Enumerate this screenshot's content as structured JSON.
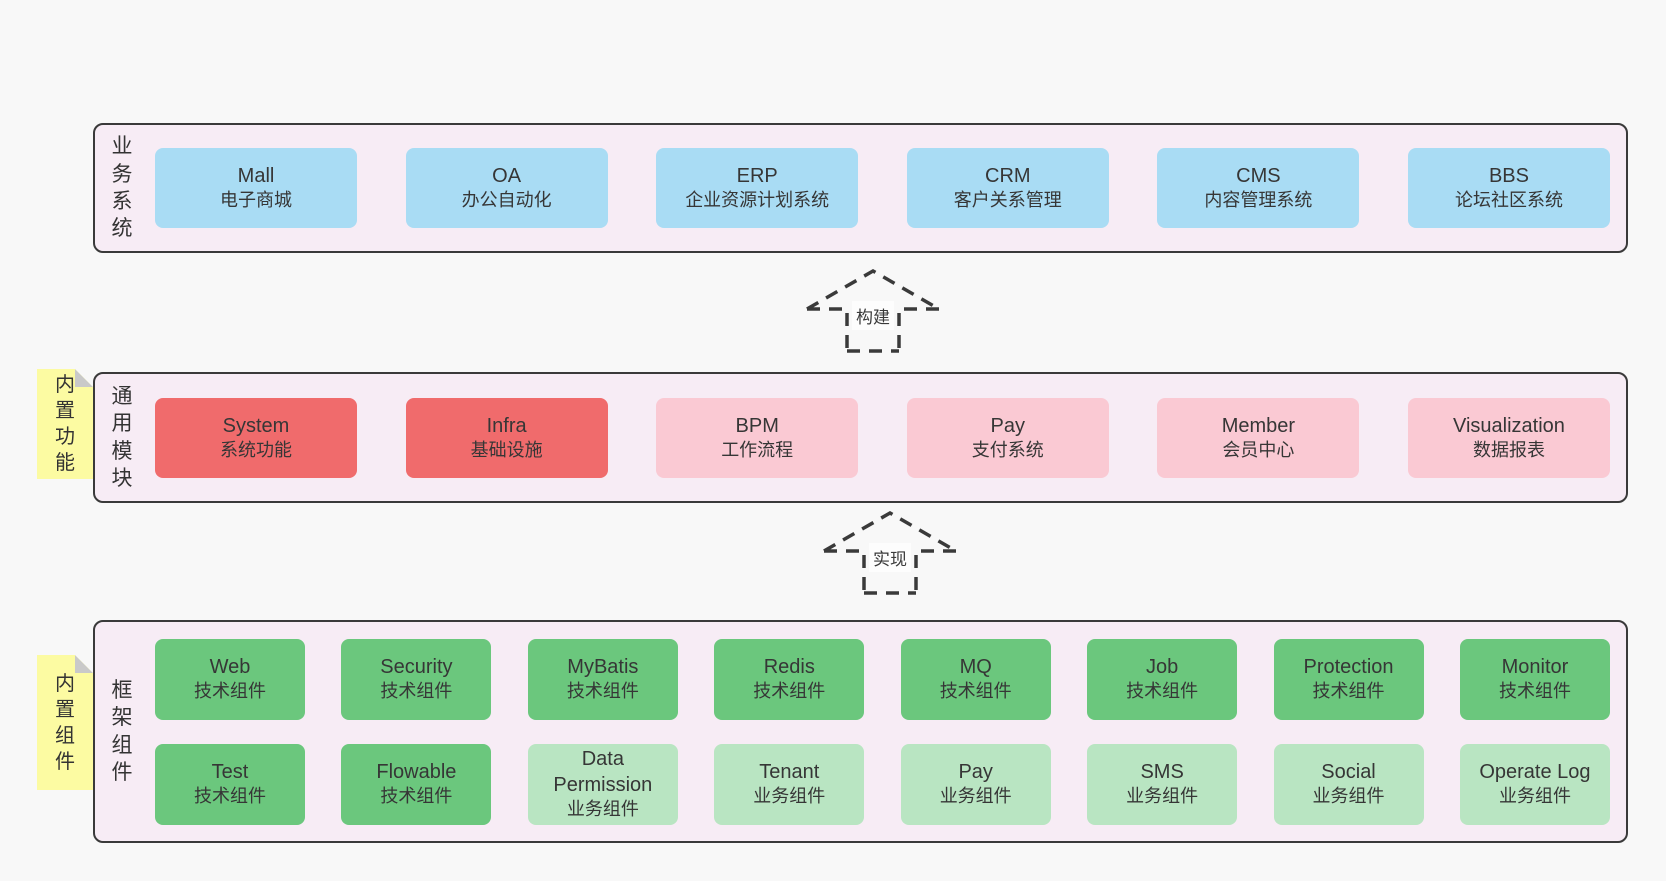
{
  "colors": {
    "background": "#f8f8f8",
    "container_fill": "#f7ecf5",
    "container_border": "#3a3a3a",
    "blue_box": "#a9dcf4",
    "red_box": "#f06b6c",
    "pink_box": "#fac9d3",
    "green_box": "#6bc77d",
    "light_green_box": "#b9e5c2",
    "note_fill": "#fcfba2",
    "note_fold": "#c9c9c9",
    "text": "#363636"
  },
  "sections": {
    "business": {
      "label": "业务系统",
      "boxes": [
        {
          "name": "Mall",
          "desc": "电子商城"
        },
        {
          "name": "OA",
          "desc": "办公自动化"
        },
        {
          "name": "ERP",
          "desc": "企业资源计划系统"
        },
        {
          "name": "CRM",
          "desc": "客户关系管理"
        },
        {
          "name": "CMS",
          "desc": "内容管理系统"
        },
        {
          "name": "BBS",
          "desc": "论坛社区系统"
        }
      ]
    },
    "modules": {
      "label": "通用模块",
      "note": "内置功能",
      "boxes": [
        {
          "name": "System",
          "desc": "系统功能",
          "variant": "red"
        },
        {
          "name": "Infra",
          "desc": "基础设施",
          "variant": "red"
        },
        {
          "name": "BPM",
          "desc": "工作流程",
          "variant": "pink"
        },
        {
          "name": "Pay",
          "desc": "支付系统",
          "variant": "pink"
        },
        {
          "name": "Member",
          "desc": "会员中心",
          "variant": "pink"
        },
        {
          "name": "Visualization",
          "desc": "数据报表",
          "variant": "pink"
        }
      ]
    },
    "components": {
      "label": "框架组件",
      "note": "内置组件",
      "boxes": [
        {
          "name": "Web",
          "desc": "技术组件",
          "variant": "green"
        },
        {
          "name": "Security",
          "desc": "技术组件",
          "variant": "green"
        },
        {
          "name": "MyBatis",
          "desc": "技术组件",
          "variant": "green"
        },
        {
          "name": "Redis",
          "desc": "技术组件",
          "variant": "green"
        },
        {
          "name": "MQ",
          "desc": "技术组件",
          "variant": "green"
        },
        {
          "name": "Job",
          "desc": "技术组件",
          "variant": "green"
        },
        {
          "name": "Protection",
          "desc": "技术组件",
          "variant": "green"
        },
        {
          "name": "Monitor",
          "desc": "技术组件",
          "variant": "green"
        },
        {
          "name": "Test",
          "desc": "技术组件",
          "variant": "green"
        },
        {
          "name": "Flowable",
          "desc": "技术组件",
          "variant": "green"
        },
        {
          "name": "Data Permission",
          "desc": "业务组件",
          "variant": "lightgreen"
        },
        {
          "name": "Tenant",
          "desc": "业务组件",
          "variant": "lightgreen"
        },
        {
          "name": "Pay",
          "desc": "业务组件",
          "variant": "lightgreen"
        },
        {
          "name": "SMS",
          "desc": "业务组件",
          "variant": "lightgreen"
        },
        {
          "name": "Social",
          "desc": "业务组件",
          "variant": "lightgreen"
        },
        {
          "name": "Operate Log",
          "desc": "业务组件",
          "variant": "lightgreen"
        }
      ]
    }
  },
  "arrows": {
    "build": {
      "label": "构建"
    },
    "implement": {
      "label": "实现"
    }
  }
}
